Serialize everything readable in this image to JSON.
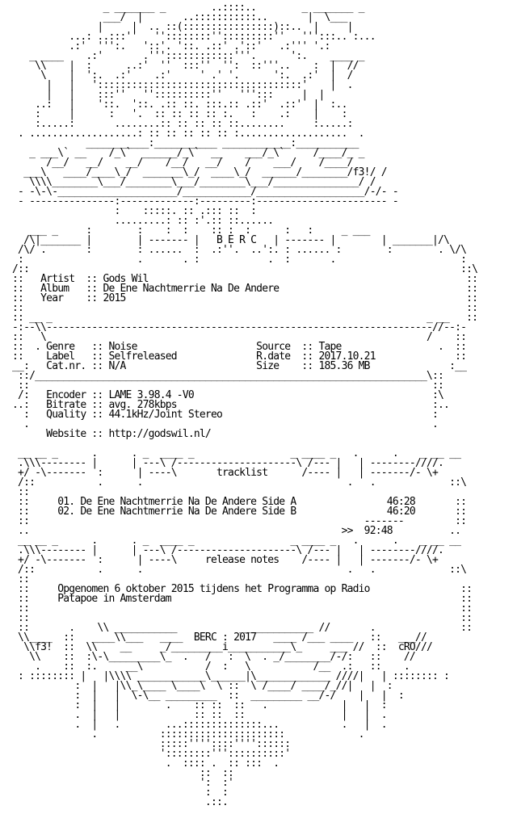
{
  "nfo_lines": [
    "                 _ _______ _        ..::::..        _ _______ _",
    "                 ___/  |       ..:::::::::::..       |  \\___",
    "                |     |  .. ::(::::::::::::::::)::..  |     |",
    "           ...: ..:::''   ''::::::::'':::::::::''   ''':::.. :...",
    "           .:'  ''':.   '::'. '::. .::' .'::'   .:''' '.:",
    "    _ ____    .:'       .'''::::::::::::'''.      ':.    ____ _",
    "     \\\\    |  :      ..:'  ''  :::''  '':  ::'''..    :  |  //",
    "      \\    |  ':.  .:'    .:'     ' .' '.      ':.  .:'  |  /",
    "       |   |   '::::::::::::::::::::::::::::::::::::'    |  .",
    "       |   |    :::''   ''::::::::::''   ''':::     |  |",
    "     ..:   |    '::.  '::. .:: ::. :::.:: .::'  .::'  |  :..",
    "     :     |      :   '.  :: :: :: :: :.   :    .:    |    :",
    "     :.....:       ........:: :: :: :: ::........     :.....:",
    "  . ...................: :: :: :: :: :: :...................  .",
    "              ___________:___________ ____________:___________",
    "    _ ___\\` __    /_\\`  ______/_\\`  __    ___/_\\`     /____/_ _",
    "       /__/   __/    __/    /__/   __/    /    ___/    /____/",
    "   ___\\   ____/____\\_/  _______\\_/  ____\\_/  ______/________/f3!/ /",
    "    \\\\\\\\________\\___/________\\___/________\\___/_______________/ /",
    "  - -\\-\\-_____________________/____________/___________________/-/- -",
    "  - ---------------:-------------:---------:----------------------- -",
    "                   :    :::::. :: .::: ::  :",
    "                   .........: :: :'.:: ::......",
    "    ___ _     :        :    :  :    :: :  :      :   :     _ ___",
    "   /\\|_______ |        | ------- |   B E R C   | ------- |        | _______|/\\",
    "  /\\/ .       :        : ......  :  .:''.  ..':. : ...... :        :        . \\/\\",
    "  :                    .       . :            .  :       .                      :",
    " /::                                                                            ::\\",
    " ::   Artist  :: Gods Wil                                                        ::",
    " ::   Album   :: De Ene Nachtmerrie Na De Andere                                 ::",
    " ::   Year    :: 2015                                                            ::",
    " ::                                                                              ::",
    " :: __ _                                                                  _ __   ::",
    " -:--\\\\--------------------------------------------------------------------//--:-",
    " ::   \\                                                                   /    ::",
    " ::  . Genre   :: Noise                     Source  :: Tape                 .  ::",
    " ::    Label   :: Selfreleased              R.date  :: 2017.10.21              ::",
    " __:   Cat.nr. :: N/A                       Size    :: 185.36 MB              :__",
    "  ::/_____________________________________________________________________\\::",
    "  ::                                                                       ::",
    "  /:   Encoder :: LAME 3.98.4 -V0                                          :\\",
    " ..:   Bitrate :: avg. 278kbps                                             :..",
    "   :   Quality :: 44.1kHz/Joint Stereo                                     :",
    "   .                                                                       .",
    "       Website :: http://godswil.nl/",
    "",
    "  __ __ _      .      . _  ____ _                 _ ____ _   .      .    _ __ __",
    "  .\\\\\\-------- |      | ---\\ /---------------------\\ /--- |   | --------////.",
    "  +/ -\\-------  :      | ----\\       tracklist      /---- |   | -------/- \\+",
    "  /::           .      .                                    .   .             ::\\",
    "  ::",
    "  ::     01. De Ene Nachtmerrie Na De Andere Side A                46:28       ::",
    "  ::     02. De Ene Nachtmerrie Na De Andere Side B                46:20       ::",
    "  ::                                                           -------         ::",
    "  ..                                                       >>  92:48          ..",
    "  __ __ _      .      . _  ____ _                 _ ____ _   .      .    _ __ __",
    "  .\\\\\\-------- |      | ---\\ /---------------------\\ /--- |   | --------////.",
    "  +/ -\\-------  :      | ----\\     release notes    /---- |   | -------/- \\+",
    "  /::           .      .                                    .   .             ::\\",
    "  ::",
    "  ::     Opgenomen 6 oktober 2015 tijdens het Programma op Radio                ::",
    "  ::     Patapoe in Amsterdam                                                   ::",
    "  ::                                                                            ::",
    "  ::                                                                            ::",
    "  ::       .    \\\\ ___________           _____________ //       .               ::",
    "  \\\\____  ::   ____\\\\___   ____  BERC : 2017   ____ /___ ____   ::   ___//",
    "   \\\\f3!  ::  \\\\    __     _/_________i___________\\_     ___ //  ::  cRO///",
    "    \\\\    ::  :\\-\\_________\\_  .   /   :  \\  . _/________/-/:   ::    //",
    "     .    ::  :.     __\\           /  :   \\           /__  .:   ::    .",
    "  : :::::::: |   |\\\\\\\\ ____________\\______|\\_____________ ////|   | :::::::: :",
    "            :  |   |\\\\_\\____ \\____\\  \\ ::  \\ /____/ ____/_//|   |  :",
    "            :  |   |  \\-\\__ _________  ::  _________ __/-/    |   |  :",
    "            :  |   |        .    :: ::  ::   .             |   |  :",
    "            .  |   |             :: ::  ::                 |   |  .",
    "            .  |   .        ...::::::::::::::...           .   |  .",
    "               .           ::::::::::::::::::::::             .",
    "                           :::::''''::::''''::::::",
    "                           '::::::::'''::::::::::'",
    "                            .  :::: .  :: :::  .",
    "                                  ::  ::",
    "                                  ':  :'",
    "                                   :  :",
    "                                   .::."
  ]
}
